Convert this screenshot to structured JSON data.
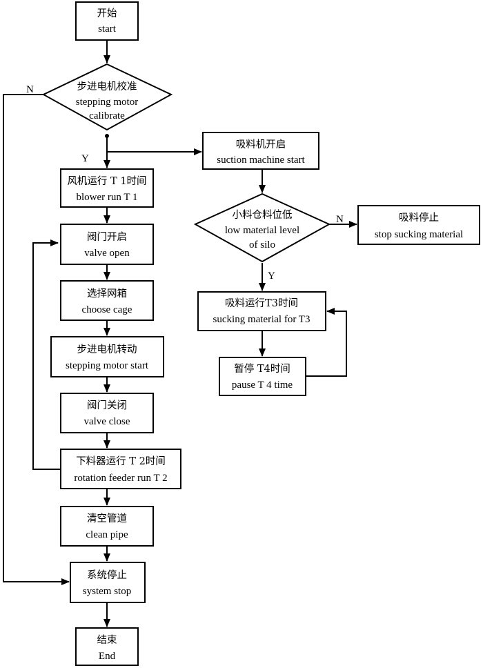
{
  "nodes": {
    "start": {
      "zh": "开始",
      "en": "start"
    },
    "calibrate": {
      "zh": "步进电机校准",
      "en1": "stepping motor",
      "en2": "calibrate"
    },
    "blower": {
      "zh": "风机运行 T 1时间",
      "en": "blower run T  1"
    },
    "valve_open": {
      "zh": "阀门开启",
      "en": "valve open"
    },
    "choose_cage": {
      "zh": "选择网箱",
      "en": "choose cage"
    },
    "motor_start": {
      "zh": "步进电机转动",
      "en": "stepping motor start"
    },
    "valve_close": {
      "zh": "阀门关闭",
      "en": "valve close"
    },
    "feeder": {
      "zh": "下料器运行 T 2时间",
      "en": "rotation feeder run T 2"
    },
    "clean_pipe": {
      "zh": "清空管道",
      "en": "clean pipe"
    },
    "system_stop": {
      "zh": "系统停止",
      "en": "system stop"
    },
    "end": {
      "zh": "结束",
      "en": "End"
    },
    "suction_start": {
      "zh": "吸料机开启",
      "en": "suction machine start"
    },
    "silo_low": {
      "zh": "小料仓料位低",
      "en1": "low material level",
      "en2": "of silo"
    },
    "stop_sucking": {
      "zh": "吸料停止",
      "en": "stop sucking material"
    },
    "sucking_t3": {
      "zh": "吸料运行T3时间",
      "en": "sucking material for T3"
    },
    "pause_t4": {
      "zh": "暂停 T4时间",
      "en": "pause T 4  time"
    }
  },
  "labels": {
    "calibrate_no": "N",
    "calibrate_yes": "Y",
    "silo_no": "N",
    "silo_yes": "Y"
  }
}
